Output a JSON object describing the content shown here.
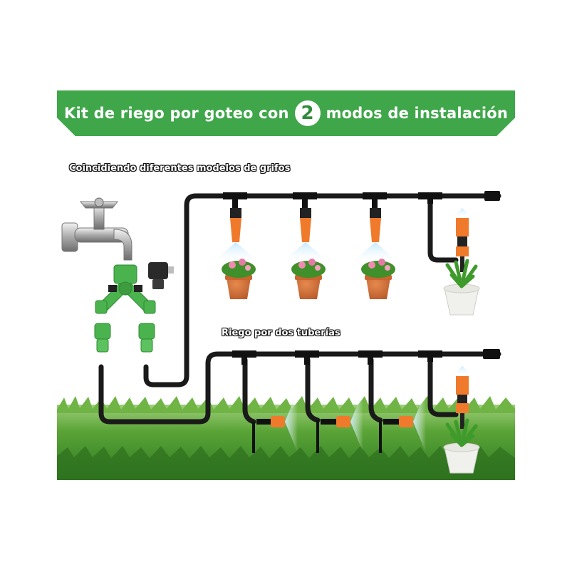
{
  "banner": {
    "text_before": "Kit de riego por goteo con",
    "number": "2",
    "text_after": "modos de instalación",
    "color": "#3fa64a"
  },
  "labels": {
    "faucets": "Coincidiendo diferentes modelos de grifos",
    "two_pipes": "Riego por dos tuberías"
  },
  "colors": {
    "pipe": "#1a1a1a",
    "emitter": "#f07a2c",
    "connector": "#4bb34e",
    "grass": "#3f8f2a"
  }
}
